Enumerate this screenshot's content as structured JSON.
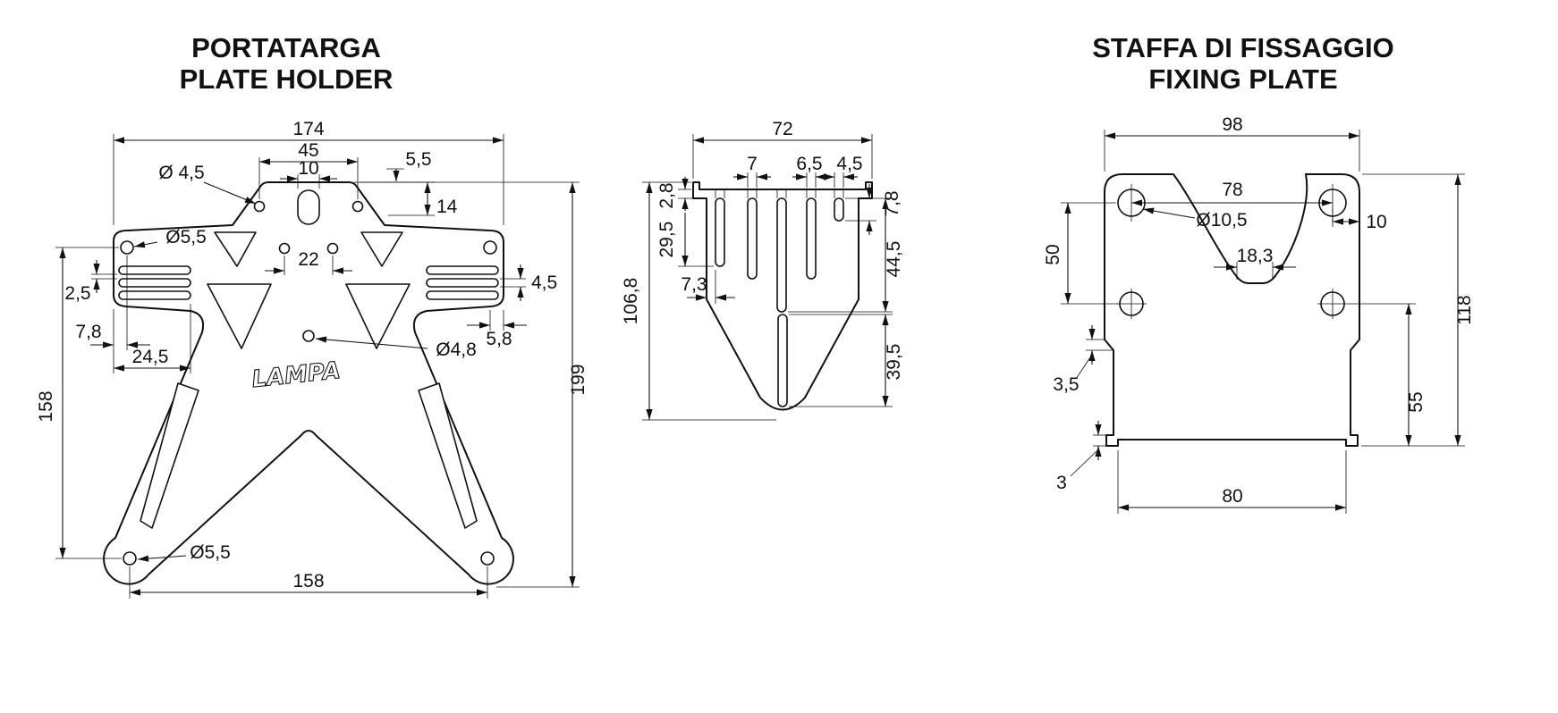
{
  "titles": {
    "plate_holder_it": "PORTATARGA",
    "plate_holder_en": "PLATE HOLDER",
    "fixing_plate_it": "STAFFA DI FISSAGGIO",
    "fixing_plate_en": "FIXING PLATE"
  },
  "logo": "LAMPA",
  "plate": {
    "overall_width": "174",
    "top_hole_spacing": "45",
    "slot_width": "10",
    "tab_offset": "5,5",
    "top_hole_dia": "Ø 4,5",
    "top_depth": "14",
    "side_hole_dia": "Ø5,5",
    "mid_hole_spacing": "22",
    "slot_height": "4,5",
    "slot_gap": "2,5",
    "tip_to_hole": "7,8",
    "slot_length": "24,5",
    "tip_offset": "5,8",
    "center_hole_dia": "Ø4,8",
    "overall_height": "199",
    "side_height": "158",
    "foot_hole_dia": "Ø5,5",
    "foot_spacing": "158"
  },
  "bracket": {
    "overall_width": "72",
    "slot_w1": "7",
    "slot_w2": "6,5",
    "slot_w3": "4,5",
    "lip": "2,8",
    "upper_slot": "29,5",
    "edge_gap": "7,3",
    "overall_height": "106,8",
    "short_slot": "7,8",
    "long_slot": "44,5",
    "lower_slot": "39,5"
  },
  "fixing": {
    "overall_width": "98",
    "hole_spacing": "78",
    "hole_dia": "Ø10,5",
    "edge_offset": "10",
    "hole_drop": "50",
    "notch_width": "18,3",
    "overall_height": "118",
    "step": "3,5",
    "lower_height": "55",
    "foot": "3",
    "base_width": "80"
  }
}
